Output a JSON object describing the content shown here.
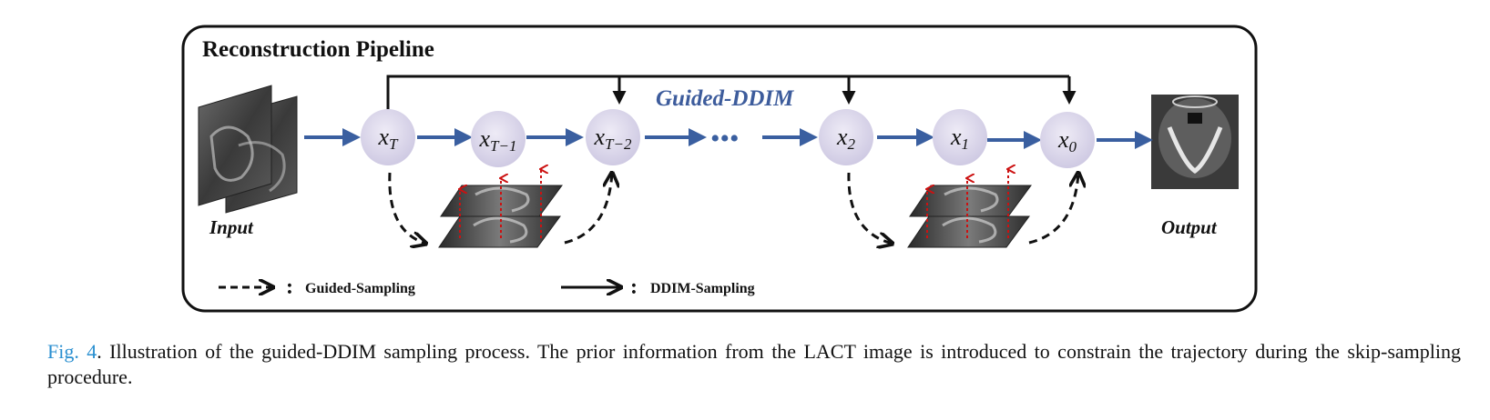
{
  "title": "Reconstruction Pipeline",
  "guided_label": "Guided-DDIM",
  "input_label": "Input",
  "output_label": "Output",
  "nodes": [
    {
      "base": "x",
      "sub": "T"
    },
    {
      "base": "x",
      "sub": "T−1"
    },
    {
      "base": "x",
      "sub": "T−2"
    },
    {
      "base": "x",
      "sub": "2"
    },
    {
      "base": "x",
      "sub": "1"
    },
    {
      "base": "x",
      "sub": "0"
    }
  ],
  "ellipsis": "•••",
  "legend": {
    "guided": "Guided-Sampling",
    "ddim": "DDIM-Sampling",
    "separator": ":"
  },
  "caption": {
    "ref": "Fig. 4",
    "text": ". Illustration of the guided-DDIM sampling process. The prior information from the LACT image is introduced to constrain the trajectory during the skip-sampling procedure."
  },
  "colors": {
    "arrow_blue": "#3a5fa0",
    "node_fill": "#d9d5ea",
    "guide_red": "#cc1111",
    "label_blue": "#3d5c9c",
    "caption_ref": "#2a8fd0"
  }
}
